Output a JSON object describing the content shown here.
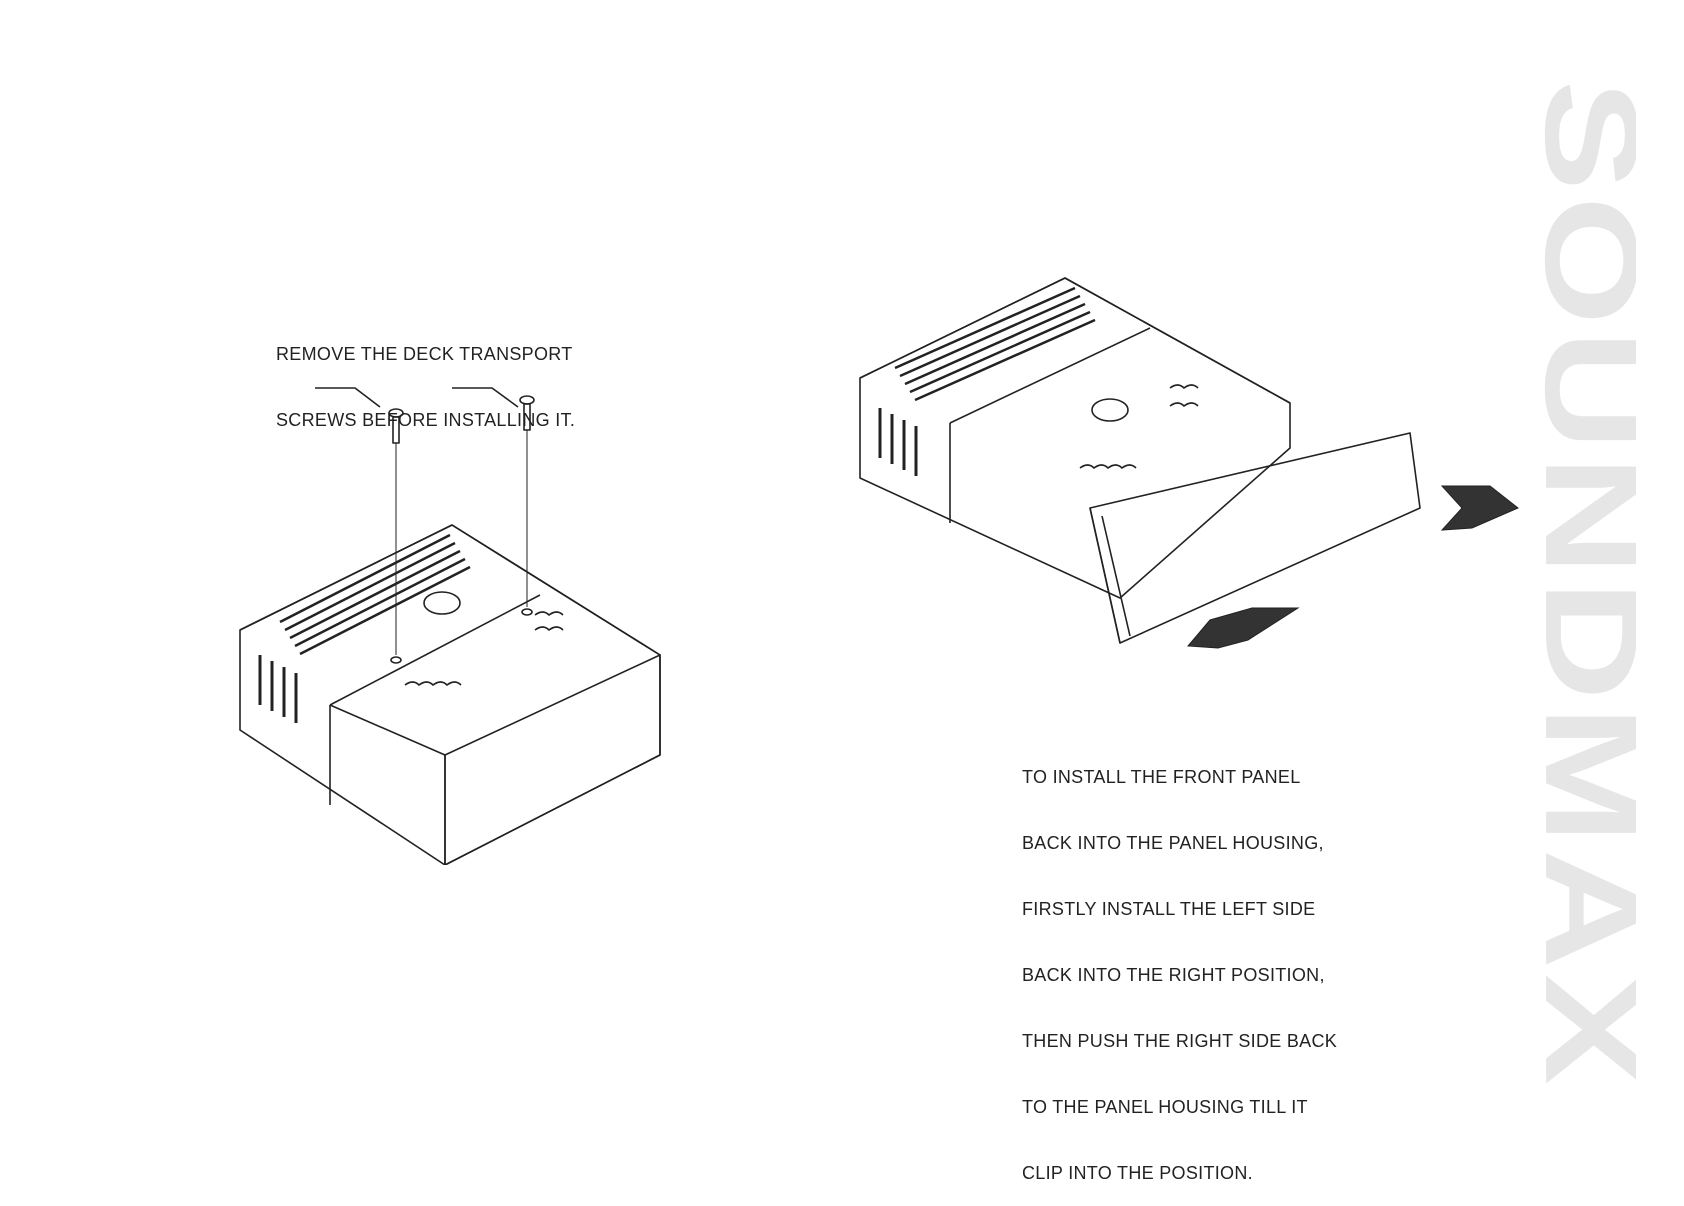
{
  "left_instruction": {
    "lines": [
      "REMOVE THE DECK TRANSPORT",
      "SCREWS BEFORE INSTALLING IT."
    ]
  },
  "right_instruction": {
    "lines": [
      "TO INSTALL THE FRONT PANEL",
      "BACK INTO THE PANEL HOUSING,",
      "FIRSTLY INSTALL THE LEFT SIDE",
      "BACK INTO THE RIGHT POSITION,",
      "THEN PUSH THE RIGHT SIDE BACK",
      "TO THE PANEL HOUSING TILL IT",
      "CLIP INTO THE POSITION."
    ]
  },
  "brand": {
    "logo_text": "SOUNDMAX",
    "color": "#e6e6e6"
  },
  "colors": {
    "line": "#222222",
    "arrow": "#333333",
    "background": "#ffffff"
  },
  "icons": [
    "screw-icon",
    "arrow-right-icon",
    "arrow-left-icon"
  ]
}
